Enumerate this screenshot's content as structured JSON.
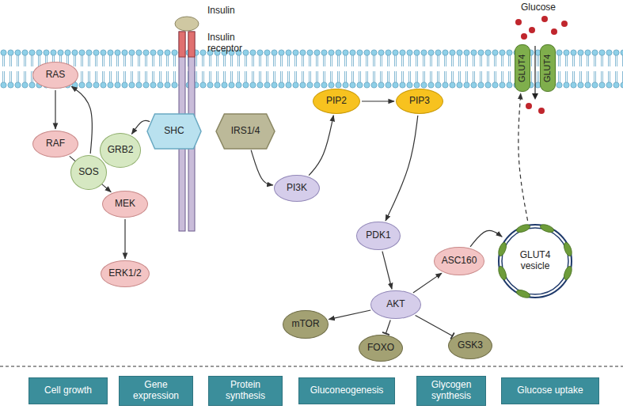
{
  "diagram": {
    "nodes": [
      {
        "text": [
          "RAS"
        ]
      },
      {
        "text": [
          "RAF"
        ]
      },
      {
        "text": [
          "MEK"
        ]
      },
      {
        "text": [
          "ERK1/2"
        ]
      },
      {
        "text": [
          "SOS"
        ]
      },
      {
        "text": [
          "GRB2"
        ]
      },
      {
        "text": [
          "SHC"
        ]
      },
      {
        "text": [
          "IRS1/4"
        ]
      },
      {
        "text": [
          "PI3K"
        ]
      },
      {
        "text": [
          "PIP2"
        ]
      },
      {
        "text": [
          "PIP3"
        ]
      },
      {
        "text": [
          "PDK1"
        ]
      },
      {
        "text": [
          "AKT"
        ]
      },
      {
        "text": [
          "ASC160"
        ]
      },
      {
        "text": [
          "mTOR"
        ]
      },
      {
        "text": [
          "FOXO"
        ]
      },
      {
        "text": [
          "GSK3"
        ]
      },
      {
        "text": [
          "GLUT4 vesicle"
        ]
      },
      {
        "text": [
          "GLUT4"
        ]
      },
      {
        "text": [
          "GLUT4"
        ]
      },
      {
        "text": [
          "Cell growth"
        ]
      },
      {
        "text": [
          "Gene expression"
        ]
      },
      {
        "text": [
          "Protein synthesis"
        ]
      },
      {
        "text": [
          "Gluconeogenesis"
        ]
      },
      {
        "text": [
          "Glycogen synthesis"
        ]
      },
      {
        "text": [
          "Glucose uptake"
        ]
      }
    ],
    "edges": [
      {
        "from": 6,
        "to": 5,
        "arrow": "to"
      },
      {
        "from": 4,
        "to": 0,
        "arrow": "to"
      },
      {
        "from": 0,
        "to": 1,
        "arrow": "to"
      },
      {
        "from": 1,
        "to": 2,
        "arrow": "to"
      },
      {
        "from": 2,
        "to": 3,
        "arrow": "to"
      },
      {
        "from": 7,
        "to": 8,
        "arrow": "to"
      },
      {
        "from": 8,
        "to": 9,
        "arrow": "to"
      },
      {
        "from": 9,
        "to": 10,
        "arrow": "to"
      },
      {
        "from": 10,
        "to": 11,
        "arrow": "to"
      },
      {
        "from": 11,
        "to": 12,
        "arrow": "to"
      },
      {
        "from": 12,
        "to": 13,
        "arrow": "to"
      },
      {
        "from": 12,
        "to": 14,
        "arrow": "to"
      },
      {
        "from": 12,
        "to": 15,
        "arrow": "to"
      },
      {
        "from": 12,
        "to": 16,
        "arrow": "to"
      },
      {
        "from": 13,
        "to": 17,
        "arrow": "to"
      },
      {
        "from": 17,
        "to": 18,
        "arrow": "to"
      }
    ],
    "labels": [
      "Insulin",
      "Insulin receptor",
      "Glucose"
    ]
  }
}
